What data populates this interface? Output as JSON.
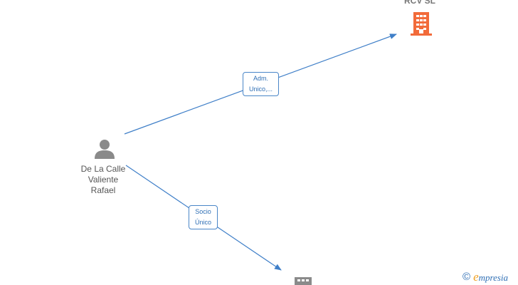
{
  "nodes": {
    "person": {
      "line1": "De La Calle",
      "line2": "Valiente",
      "line3": "Rafael",
      "icon": "person-icon"
    },
    "company_top": {
      "name": "RCV  SL",
      "icon": "building-icon",
      "color": "#f26b3a"
    },
    "company_bottom": {
      "icon": "building-icon",
      "color": "#8a8a8a"
    }
  },
  "edges": {
    "to_top": {
      "line1": "Adm.",
      "line2": "Unico,..."
    },
    "to_bottom": {
      "line1": "Socio",
      "line2": "Único"
    }
  },
  "colors": {
    "edge": "#3f7fc8",
    "label_text": "#2f6fb5",
    "person_icon": "#8a8a8a"
  },
  "footer": {
    "copyright_symbol": "©",
    "brand_initial": "e",
    "brand_rest": "mpresia"
  }
}
